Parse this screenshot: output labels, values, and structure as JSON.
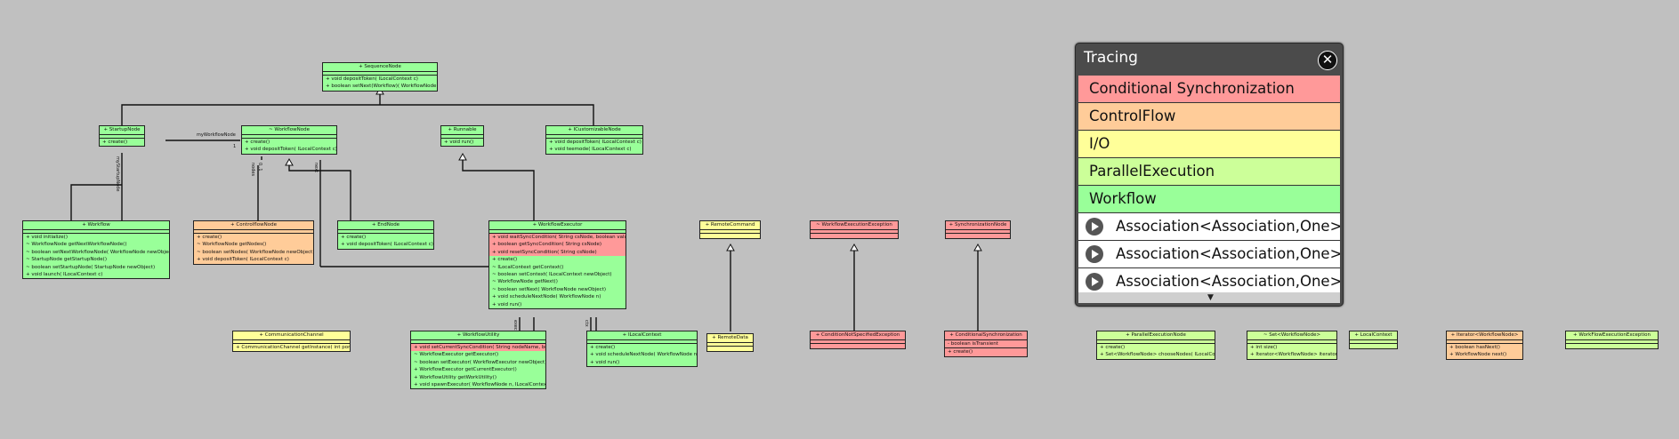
{
  "colors": {
    "background": "#c0c0c0",
    "green": "#99ff99",
    "orange": "#ffcc99",
    "yellow": "#ffff99",
    "red": "#ff9999",
    "lightgreen": "#ccff99",
    "white": "#ffffff"
  },
  "classes": [
    {
      "id": "sequence",
      "name": "+ SequenceNode",
      "color": "#99ff99",
      "attrs": [],
      "ops": [
        "+ void depositToken( ILocalContext c)",
        "+ boolean setNext(Workflow)( WorkflowNode node)"
      ]
    },
    {
      "id": "startup",
      "name": "+ StartupNode",
      "color": "#99ff99",
      "attrs": [],
      "ops": [
        "+ create()"
      ]
    },
    {
      "id": "workflownode",
      "name": "~ WorkflowNode",
      "color": "#99ff99",
      "attrs": [],
      "ops": [
        "+ create()",
        "+ void depositToken( ILocalContext c)"
      ]
    },
    {
      "id": "runnable",
      "name": "+ Runnable",
      "color": "#99ff99",
      "attrs": [],
      "ops": [
        "+ void run()"
      ]
    },
    {
      "id": "icust",
      "name": "+ ICustomizableNode",
      "color": "#99ff99",
      "attrs": [],
      "ops": [
        "+ void depositToken( ILocalContext c)",
        "+ void teemode( ILocalContext c)"
      ]
    },
    {
      "id": "workflow",
      "name": "+ Workflow",
      "color": "#99ff99",
      "attrs": [],
      "ops": [
        "+ void initialize()",
        "~ WorkflowNode getNextWorkflowNode()",
        "~ boolean setNextWorkflowNode( WorkflowNode newObject)",
        "~ StartupNode getStartupNode()",
        "~ boolean setStartupNode( StartupNode newObject)",
        "+ void launch( ILocalContext c)"
      ]
    },
    {
      "id": "controlflow",
      "name": "+ ControlflowNode",
      "color": "#ffcc99",
      "attrs": [],
      "ops": [
        "+ create()",
        "~ WorkflowNode getNodes()",
        "~ boolean setNodes( WorkflowNode newObject)",
        "+ void depositToken( ILocalContext c)"
      ]
    },
    {
      "id": "endnode",
      "name": "+ EndNode",
      "color": "#99ff99",
      "attrs": [],
      "ops": [
        "+ create()",
        "+ void depositToken( ILocalContext c)"
      ]
    },
    {
      "id": "executor",
      "name": "+ WorkflowExecutor",
      "color": "#99ff99",
      "redRows": [
        "+ void waitSyncCondition( String csNode, boolean value)",
        "+ boolean getSyncCondition( String csNode)",
        "+ void resetSyncCondition( String csNode)"
      ],
      "attrs": [],
      "ops": [
        "+ create()",
        "~ ILocalContext getContext()",
        "~ boolean setContext( ILocalContext newObject)",
        "~ WorkflowNode getNext()",
        "~ boolean setNext( WorkflowNode newObject)",
        "+ void scheduleNextNode( WorkflowNode n)",
        "+ void run()"
      ]
    },
    {
      "id": "remote",
      "name": "+ RemoteCommand",
      "color": "#ffff99",
      "attrs": [],
      "ops": []
    },
    {
      "id": "wfexc",
      "name": "~ WorkflowExecutionException",
      "color": "#ff9999",
      "attrs": [],
      "ops": []
    },
    {
      "id": "syncnode",
      "name": "+ SynchronizationNode",
      "color": "#ff9999",
      "attrs": [],
      "ops": []
    },
    {
      "id": "commch",
      "name": "+ CommunicationChannel",
      "color": "#ffff99",
      "attrs": [],
      "ops": [
        "+ CommunicationChannel getInstance( int port)"
      ]
    },
    {
      "id": "wfutil",
      "name": "+ WorkflowUtility",
      "color": "#99ff99",
      "redRows": [
        "+ void setCurrentSyncCondition( String nodeName, boolean value)"
      ],
      "attrs": [],
      "ops": [
        "~ WorkflowExecutor getExecutor()",
        "~ boolean setExecutor( WorkflowExecutor newObject)",
        "+ WorkflowExecutor getCurrentExecutor()",
        "+ WorkflowUtility getWorkUtility()",
        "+ void spawnExecutor( WorkflowNode n, ILocalContext c)"
      ]
    },
    {
      "id": "ilocal",
      "name": "+ ILocalContext",
      "color": "#99ff99",
      "attrs": [],
      "ops": [
        "+ create()",
        "+ void scheduleNextNode( WorkflowNode n)",
        "+ void run()"
      ]
    },
    {
      "id": "remotedata",
      "name": "+ RemoteData",
      "color": "#ffff99",
      "attrs": [],
      "ops": []
    },
    {
      "id": "condnotspec",
      "name": "+ ConditionNotSpecifiedException",
      "color": "#ff9999",
      "attrs": [],
      "ops": []
    },
    {
      "id": "condsync",
      "name": "+ ConditionalSynchronization",
      "color": "#ff9999",
      "attrs": [
        "- boolean isTransient"
      ],
      "ops": [
        "+ create()"
      ]
    },
    {
      "id": "parexec",
      "name": "+ ParallelExecutionNode",
      "color": "#ccff99",
      "attrs": [],
      "ops": [
        "+ create()",
        "+ Set<WorkflowNode> chooseNodes( ILocalContext c)"
      ]
    },
    {
      "id": "setwf",
      "name": "~ Set<WorkflowNode>",
      "color": "#ccff99",
      "attrs": [],
      "ops": [
        "+ int size()",
        "+ Iterator<WorkflowNode> iterator()"
      ]
    },
    {
      "id": "localctx",
      "name": "+ LocalContext",
      "color": "#ccff99",
      "attrs": [],
      "ops": []
    },
    {
      "id": "iterwf",
      "name": "+ Iterator<WorkflowNode>",
      "color": "#ffcc99",
      "attrs": [],
      "ops": [
        "+ boolean hasNext()",
        "+ WorkflowNode next()"
      ]
    },
    {
      "id": "wfexecexc",
      "name": "+ WorkFlowExecutionException",
      "color": "#ccff99",
      "attrs": [],
      "ops": []
    }
  ],
  "labels": [
    {
      "id": "lbl-mywf",
      "text": "myWorkflowNode"
    },
    {
      "id": "lbl-one",
      "text": "1"
    },
    {
      "id": "lbl-sn",
      "text": "myStartupNode"
    },
    {
      "id": "lbl-nodes",
      "text": "nodes"
    },
    {
      "id": "lbl-01",
      "text": "0..1"
    },
    {
      "id": "lbl-next",
      "text": "next"
    },
    {
      "id": "lbl-exec",
      "text": "exec"
    },
    {
      "id": "lbl-ctx",
      "text": "ctx"
    }
  ],
  "tracing": {
    "title": "Tracing",
    "close_glyph": "✕",
    "categories": [
      {
        "label": "Conditional Synchronization",
        "color": "#ff9999"
      },
      {
        "label": "ControlFlow",
        "color": "#ffcc99"
      },
      {
        "label": "I/O",
        "color": "#ffff99"
      },
      {
        "label": "ParallelExecution",
        "color": "#ccff99"
      },
      {
        "label": "Workflow",
        "color": "#99ff99"
      }
    ],
    "associations": [
      {
        "label": "Association<Association,One>"
      },
      {
        "label": "Association<Association,One>"
      },
      {
        "label": "Association<Association,One>"
      }
    ],
    "scroll_glyph": "▼"
  }
}
